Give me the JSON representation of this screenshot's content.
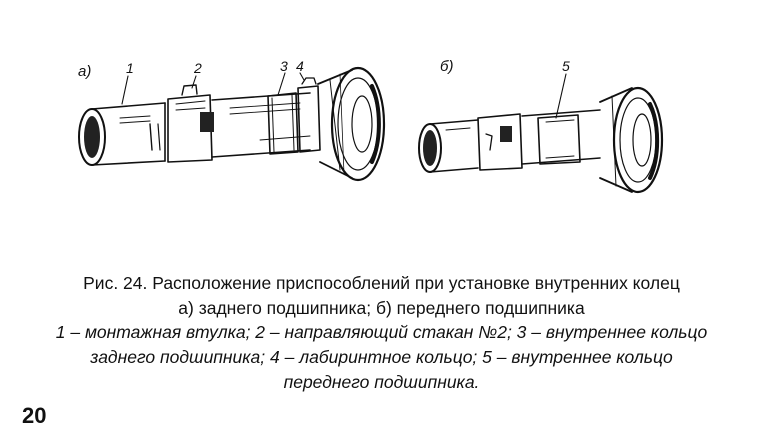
{
  "figure": {
    "variant_a": {
      "letter": "а)",
      "callouts": [
        "1",
        "2",
        "3",
        "4"
      ]
    },
    "variant_b": {
      "letter": "б)",
      "callouts": [
        "5"
      ]
    }
  },
  "caption": {
    "title": "Рис. 24. Расположение приспособлений при установке внутренних колец",
    "subtitle": "а)  заднего подшипника; б)  переднего подшипника",
    "legend_line1": "1 – монтажная втулка; 2 – направляющий стакан №2; 3 – внутреннее кольцо",
    "legend_line2": "заднего подшипника; 4 – лабиринтное кольцо; 5 – внутреннее кольцо",
    "legend_line3": "переднего подшипника."
  },
  "page_number": "20"
}
